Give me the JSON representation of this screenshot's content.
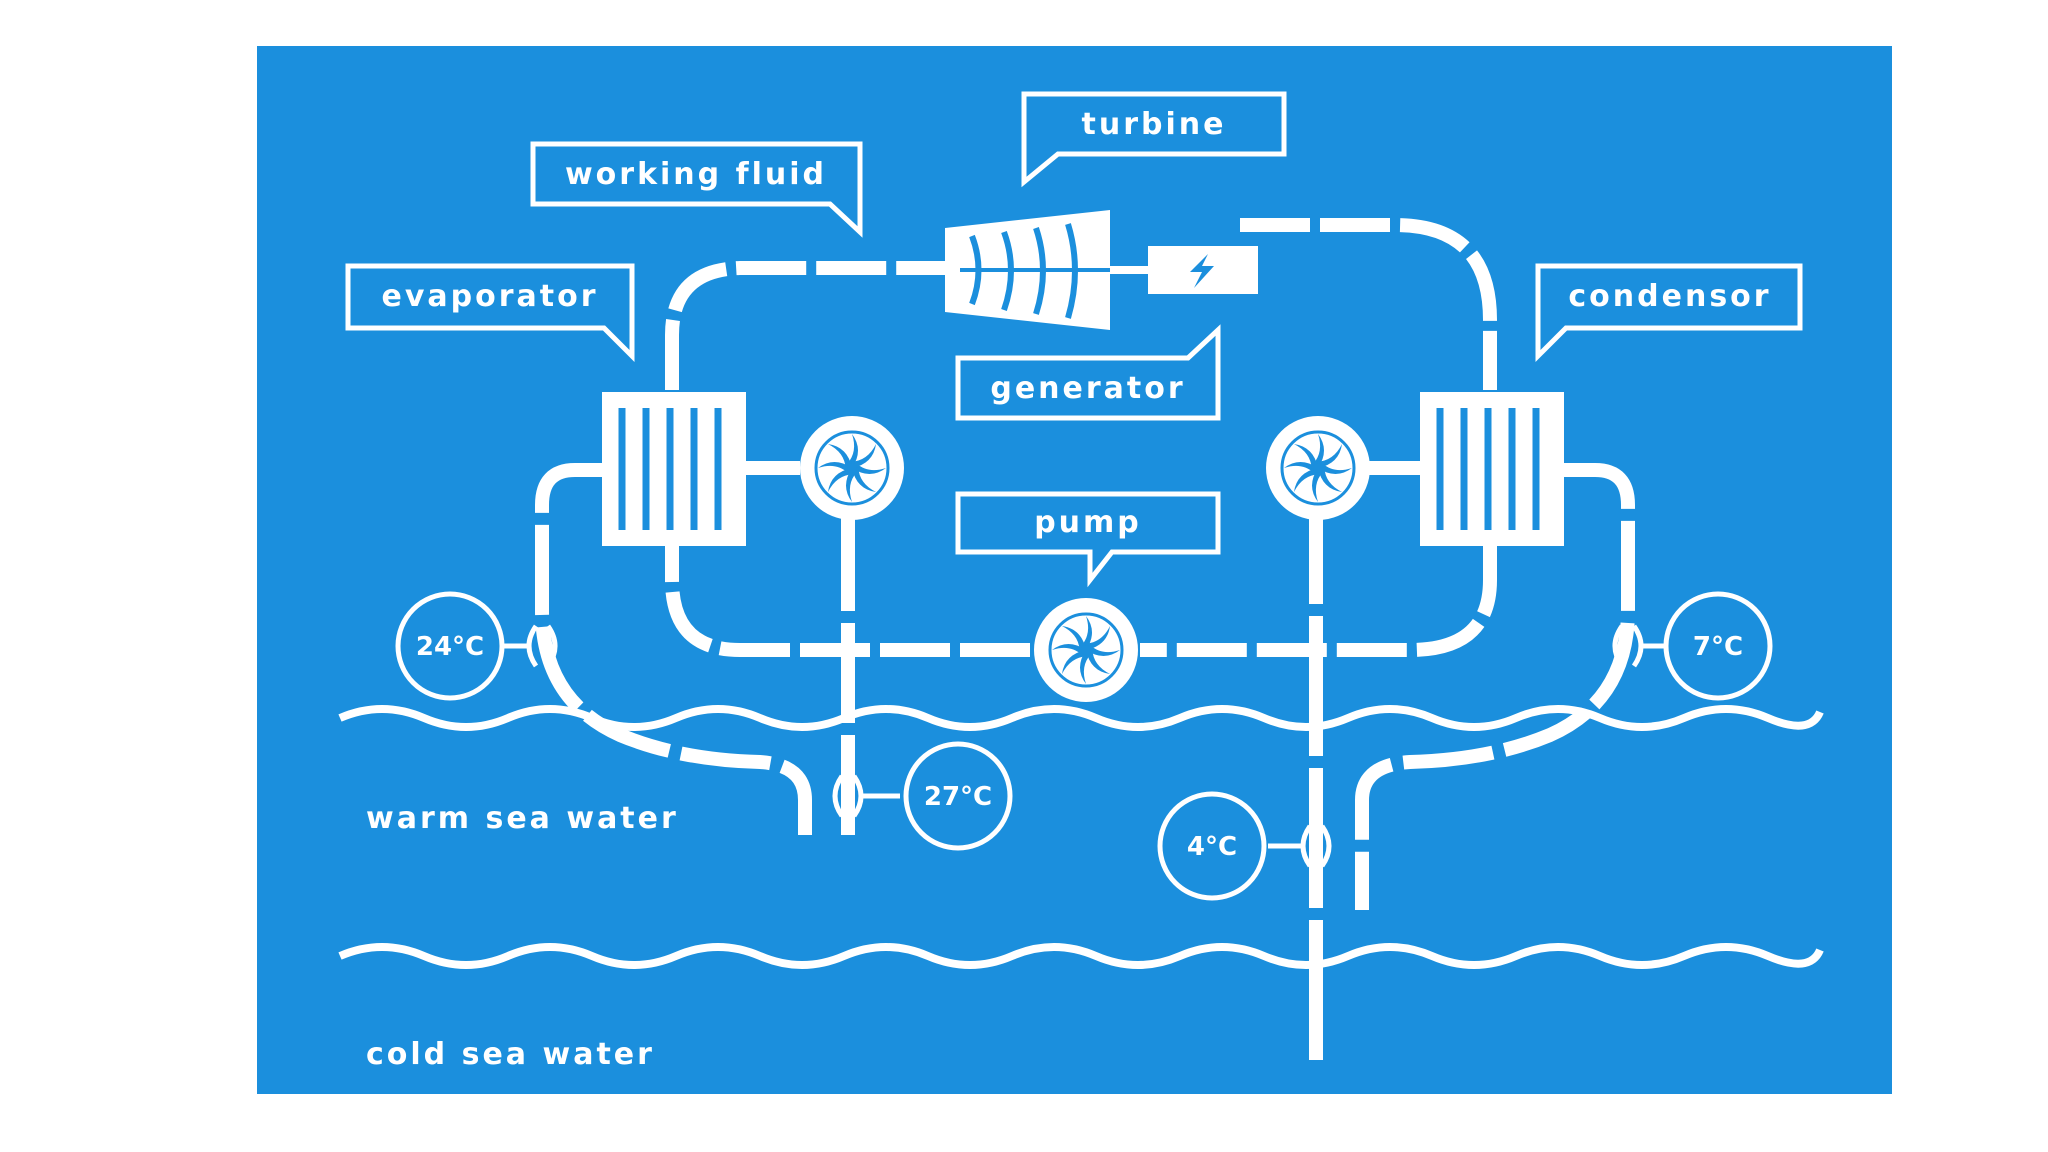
{
  "diagram": {
    "labels": {
      "turbine": "turbine",
      "working_fluid": "working fluid",
      "evaporator": "evaporator",
      "condensor": "condensor",
      "generator": "generator",
      "pump": "pump",
      "warm_sea_water": "warm sea water",
      "cold_sea_water": "cold sea water"
    },
    "temperatures": {
      "evaporator_outlet": "24°C",
      "warm_intake": "27°C",
      "cold_intake": "4°C",
      "condensor_outlet": "7°C"
    },
    "icons": {
      "generator_symbol": "lightning-bolt-icon",
      "pump_symbol": "fan-icon"
    },
    "colors": {
      "background": "#1b8fdd",
      "foreground": "#ffffff"
    }
  }
}
